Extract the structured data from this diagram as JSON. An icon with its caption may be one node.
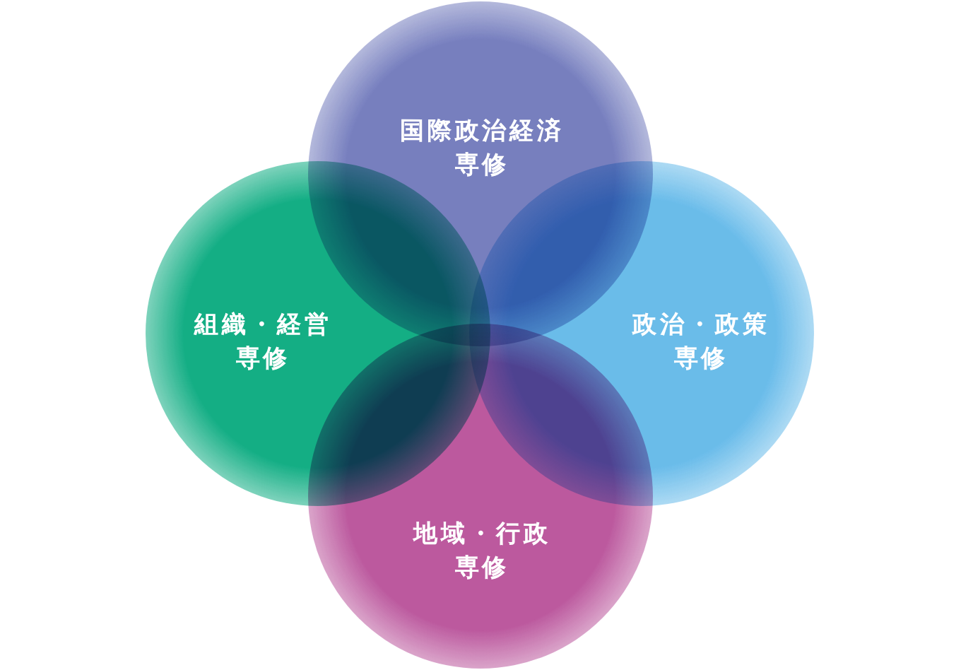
{
  "diagram": {
    "nodes": [
      {
        "text": [
          "国際政治経済専修"
        ]
      },
      {
        "text": [
          "組織・経営専修"
        ]
      },
      {
        "text": [
          "政治・政策専修"
        ]
      },
      {
        "text": [
          "地域・行政専修"
        ]
      }
    ]
  }
}
